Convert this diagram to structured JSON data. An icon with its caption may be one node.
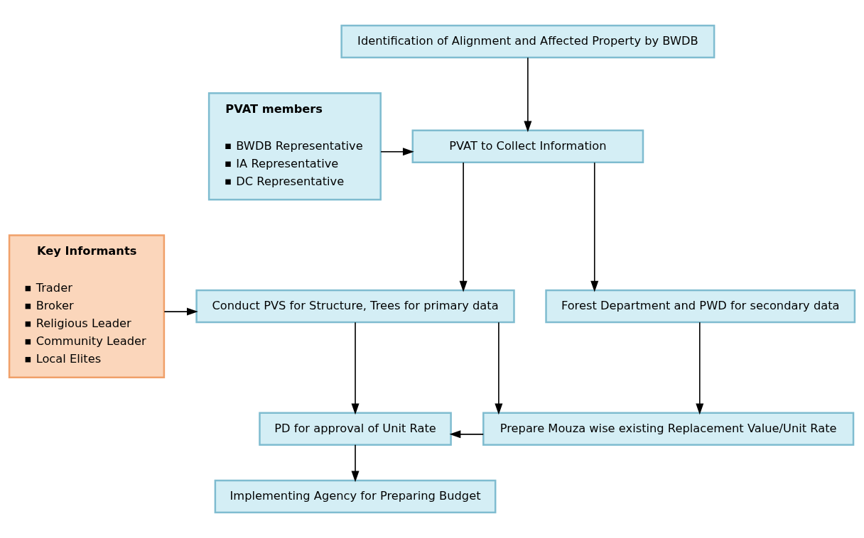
{
  "diagram": {
    "nodes": [
      {
        "text": [
          "Identification of Alignment and Affected Property by BWDB"
        ]
      },
      {
        "text": [
          "PVAT members",
          "BWDB Representative",
          "IA Representative",
          "DC Representative"
        ]
      },
      {
        "text": [
          "PVAT to Collect Information"
        ]
      },
      {
        "text": [
          "Key Informants",
          "Trader",
          "Broker",
          "Religious Leader",
          "Community Leader",
          "Local Elites"
        ]
      },
      {
        "text": [
          "Conduct PVS for Structure, Trees for primary data"
        ]
      },
      {
        "text": [
          "Forest Department and PWD for secondary data"
        ]
      },
      {
        "text": [
          "PD for approval of Unit Rate"
        ]
      },
      {
        "text": [
          "Prepare Mouza wise existing Replacement Value/Unit Rate"
        ]
      },
      {
        "text": [
          "Implementing Agency for Preparing Budget"
        ]
      }
    ],
    "edges": [
      {
        "from": 0,
        "to": 2,
        "arrow": "to"
      },
      {
        "from": 1,
        "to": 2,
        "arrow": "to"
      },
      {
        "from": 2,
        "to": 4,
        "arrow": "to"
      },
      {
        "from": 2,
        "to": 5,
        "arrow": "to"
      },
      {
        "from": 3,
        "to": 4,
        "arrow": "to"
      },
      {
        "from": 4,
        "to": 6,
        "arrow": "to"
      },
      {
        "from": 4,
        "to": 7,
        "arrow": "to"
      },
      {
        "from": 5,
        "to": 7,
        "arrow": "to"
      },
      {
        "from": 7,
        "to": 6,
        "arrow": "to"
      },
      {
        "from": 6,
        "to": 8,
        "arrow": "to"
      }
    ]
  }
}
